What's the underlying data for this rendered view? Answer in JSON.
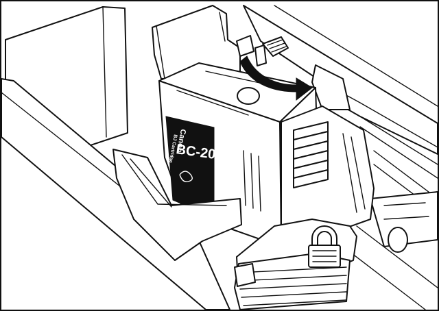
{
  "figure": {
    "cartridge_label": {
      "brand": "Canon",
      "line": "BJ Cartridge",
      "model": "BC-20"
    },
    "icons": [
      "lock-lever-icon",
      "rotation-arrow-icon",
      "padlock-icon"
    ]
  }
}
